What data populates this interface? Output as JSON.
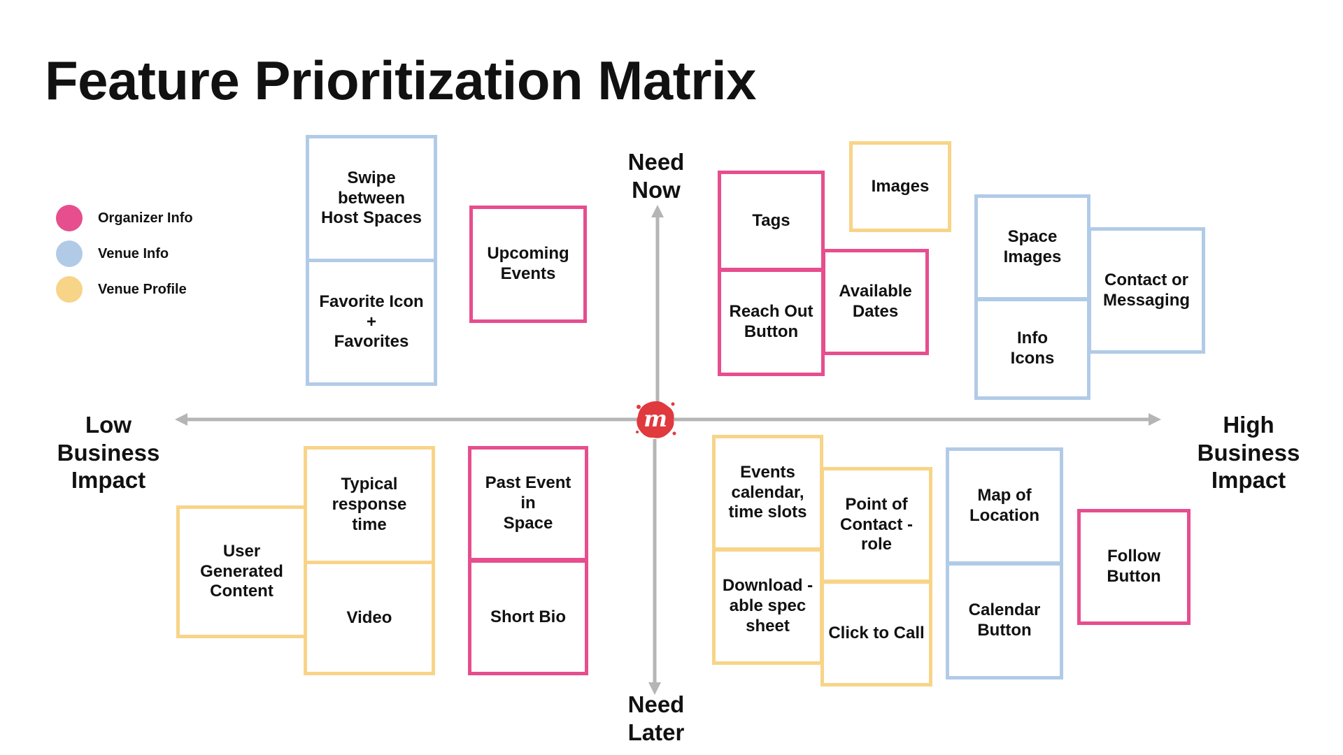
{
  "title": "Feature Prioritization Matrix",
  "colors": {
    "organizer": "#e64e8e",
    "venue_info": "#b1cbe7",
    "venue_profile": "#f8d488",
    "axis": "#b5b5b5",
    "logo": "#e0393e"
  },
  "legend": [
    {
      "label": "Organizer Info",
      "color": "#e64e8e"
    },
    {
      "label": "Venue Info",
      "color": "#b1cbe7"
    },
    {
      "label": "Venue Profile",
      "color": "#f8d488"
    }
  ],
  "axes": {
    "top": "Need\nNow",
    "bottom": "Need\nLater",
    "left": "Low\nBusiness\nImpact",
    "right": "High\nBusiness\nImpact"
  },
  "logo_letter": "m",
  "cards": {
    "swipe": "Swipe between\nHost Spaces",
    "favorite": "Favorite Icon +\nFavorites",
    "upcoming": "Upcoming\nEvents",
    "tags": "Tags",
    "reach_out": "Reach Out\nButton",
    "images": "Images",
    "available_dates": "Available\nDates",
    "space_images": "Space\nImages",
    "info_icons": "Info\nIcons",
    "contact": "Contact or\nMessaging",
    "typical_response": "Typical\nresponse\ntime",
    "ugc": "User\nGenerated\nContent",
    "video": "Video",
    "past_event": "Past Event in\nSpace",
    "short_bio": "Short Bio",
    "events_calendar": "Events\ncalendar,\ntime slots",
    "download_spec": "Download -\nable spec\nsheet",
    "point_of_contact": "Point of\nContact -\nrole",
    "click_to_call": "Click to Call",
    "map": "Map of\nLocation",
    "calendar_button": "Calendar\nButton",
    "follow": "Follow\nButton"
  }
}
